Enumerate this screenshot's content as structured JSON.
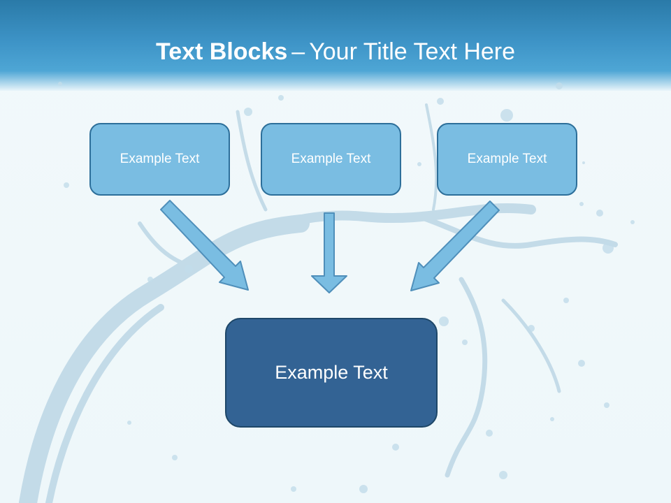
{
  "slide": {
    "title_bold": "Text Blocks",
    "title_dash": "–",
    "title_rest": "Your Title Text Here",
    "top_boxes": [
      "Example Text",
      "Example Text",
      "Example Text"
    ],
    "bottom_box": "Example Text"
  },
  "colors": {
    "header_blue": "#3d93c6",
    "small_box_fill": "#7abde2",
    "big_box_fill": "#336394",
    "arrow_fill": "#7abde2"
  }
}
